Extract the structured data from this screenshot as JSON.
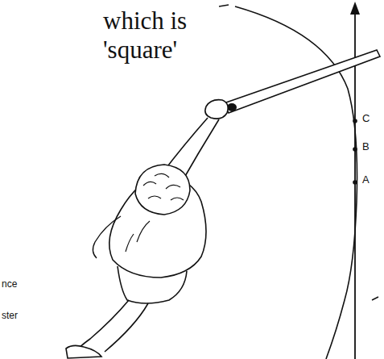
{
  "diagram": {
    "labels": [
      "which is 'square'",
      "C",
      "B",
      "A",
      "nce",
      "ster"
    ]
  }
}
